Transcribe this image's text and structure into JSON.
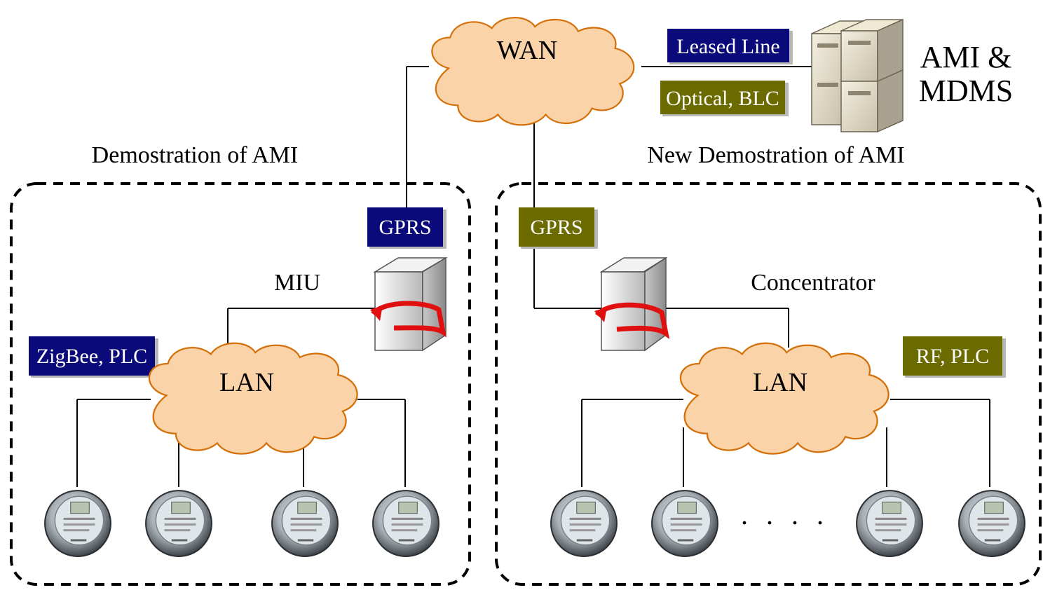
{
  "wan": {
    "label": "WAN"
  },
  "server": {
    "label_line1": "AMI &",
    "label_line2": "MDMS"
  },
  "links": {
    "leased_line": "Leased Line",
    "optical_blc": "Optical, BLC",
    "gprs_left": "GPRS",
    "gprs_right": "GPRS",
    "zigbee_plc": "ZigBee, PLC",
    "rf_plc": "RF, PLC"
  },
  "left_region": {
    "title": "Demostration of AMI",
    "device_label": "MIU",
    "lan_label": "LAN"
  },
  "right_region": {
    "title": "New Demostration of AMI",
    "device_label": "Concentrator",
    "lan_label": "LAN"
  },
  "ellipsis": ". . . .",
  "colors": {
    "navy": "#0a0a7a",
    "olive": "#6b6b00",
    "cloud_fill": "#fbd3a8",
    "cloud_stroke": "#d4700a",
    "arrow": "#e01010"
  }
}
